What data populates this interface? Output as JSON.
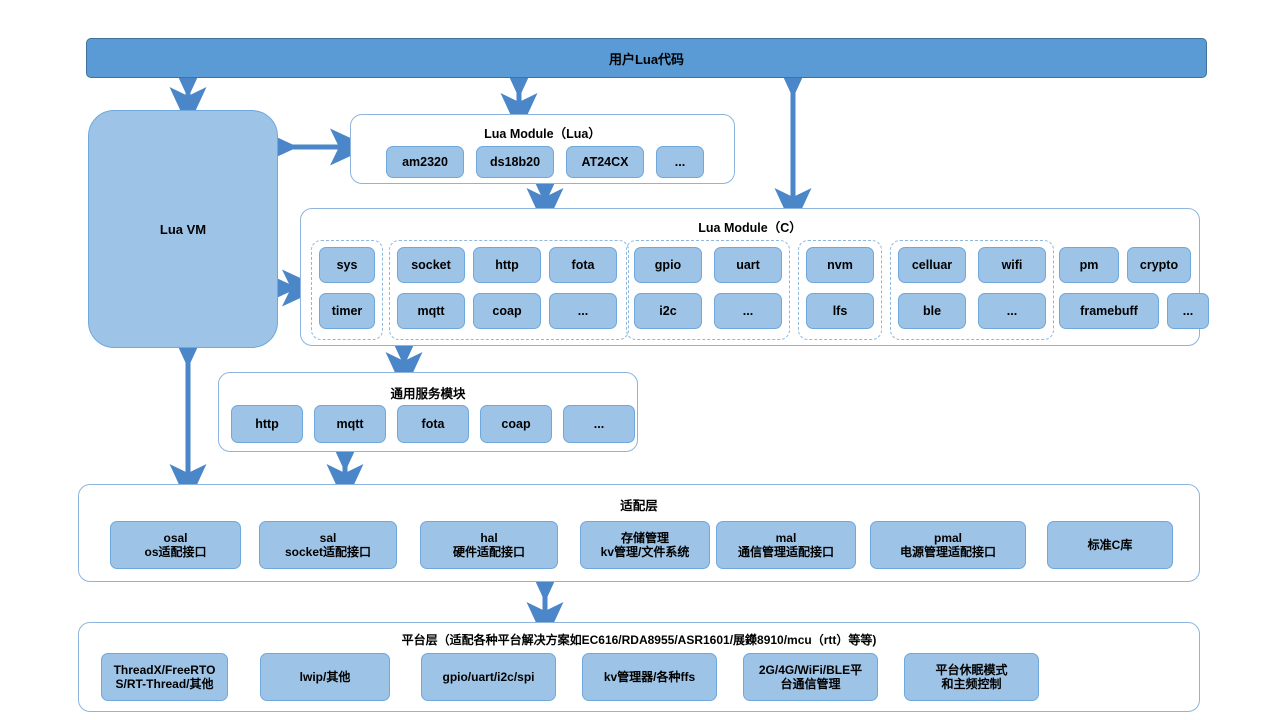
{
  "diagram": {
    "title": "Lua 架构分层图",
    "colors": {
      "banner_fill": "#5B9BD5",
      "chip_fill": "#9DC3E6",
      "chip_border": "#6FA8DC",
      "panel_border": "#8DB4DD",
      "dash_border": "#8FB8DF",
      "arrow": "#4A86C8"
    }
  },
  "banner": {
    "label": "用户Lua代码"
  },
  "vm": {
    "label": "Lua VM"
  },
  "lua_module_lua": {
    "title": "Lua Module（Lua）",
    "chips": [
      {
        "label": "am2320"
      },
      {
        "label": "ds18b20"
      },
      {
        "label": "AT24CX"
      },
      {
        "label": "..."
      }
    ]
  },
  "lua_module_c": {
    "title": "Lua Module（C）",
    "groups": [
      {
        "name": "sys-group",
        "dashed": true,
        "cols": [
          {
            "top": "sys",
            "bottom": "timer"
          }
        ]
      },
      {
        "name": "net-group",
        "dashed": true,
        "cols": [
          {
            "top": "socket",
            "bottom": "mqtt"
          },
          {
            "top": "http",
            "bottom": "coap"
          },
          {
            "top": "fota",
            "bottom": "..."
          }
        ]
      },
      {
        "name": "periph-group",
        "dashed": true,
        "cols": [
          {
            "top": "gpio",
            "bottom": "i2c"
          },
          {
            "top": "uart",
            "bottom": "..."
          }
        ]
      },
      {
        "name": "storage-group",
        "dashed": true,
        "cols": [
          {
            "top": "nvm",
            "bottom": "lfs"
          }
        ]
      },
      {
        "name": "wireless-group",
        "dashed": true,
        "cols": [
          {
            "top": "celluar",
            "bottom": "ble"
          },
          {
            "top": "wifi",
            "bottom": "..."
          }
        ]
      },
      {
        "name": "misc-group",
        "dashed": false,
        "cols": [
          {
            "top": "pm",
            "bottom": "framebuff"
          },
          {
            "top": "crypto",
            "bottom": "..."
          }
        ]
      }
    ]
  },
  "common_service": {
    "title": "通用服务模块",
    "chips": [
      {
        "label": "http"
      },
      {
        "label": "mqtt"
      },
      {
        "label": "fota"
      },
      {
        "label": "coap"
      },
      {
        "label": "..."
      }
    ]
  },
  "adaptation_layer": {
    "title": "适配层",
    "chips": [
      {
        "l1": "osal",
        "l2": "os适配接口"
      },
      {
        "l1": "sal",
        "l2": "socket适配接口"
      },
      {
        "l1": "hal",
        "l2": "硬件适配接口"
      },
      {
        "l1": "存储管理",
        "l2": "kv管理/文件系统"
      },
      {
        "l1": "mal",
        "l2": "通信管理适配接口"
      },
      {
        "l1": "pmal",
        "l2": "电源管理适配接口"
      },
      {
        "l1": "标准C库",
        "l2": ""
      }
    ]
  },
  "platform_layer": {
    "title": "平台层（适配各种平台解决方案如EC616/RDA8955/ASR1601/展鑅0·8910/mcu（rtt）等等)",
    "title_text": "平台层（适配各种平台解决方案如EC616/RDA8955/ASR1601/展鑅8910/mcu（rtt）等等)",
    "chips": [
      {
        "l1": "ThreadX/FreeRTO",
        "l2": "S/RT-Thread/其他"
      },
      {
        "l1": "lwip/其他",
        "l2": ""
      },
      {
        "l1": "gpio/uart/i2c/spi",
        "l2": ""
      },
      {
        "l1": "kv管理器/各种ffs",
        "l2": ""
      },
      {
        "l1": "2G/4G/WiFi/BLE平",
        "l2": "台通信管理"
      },
      {
        "l1": "平台休眠模式",
        "l2": "和主频控制"
      }
    ]
  }
}
